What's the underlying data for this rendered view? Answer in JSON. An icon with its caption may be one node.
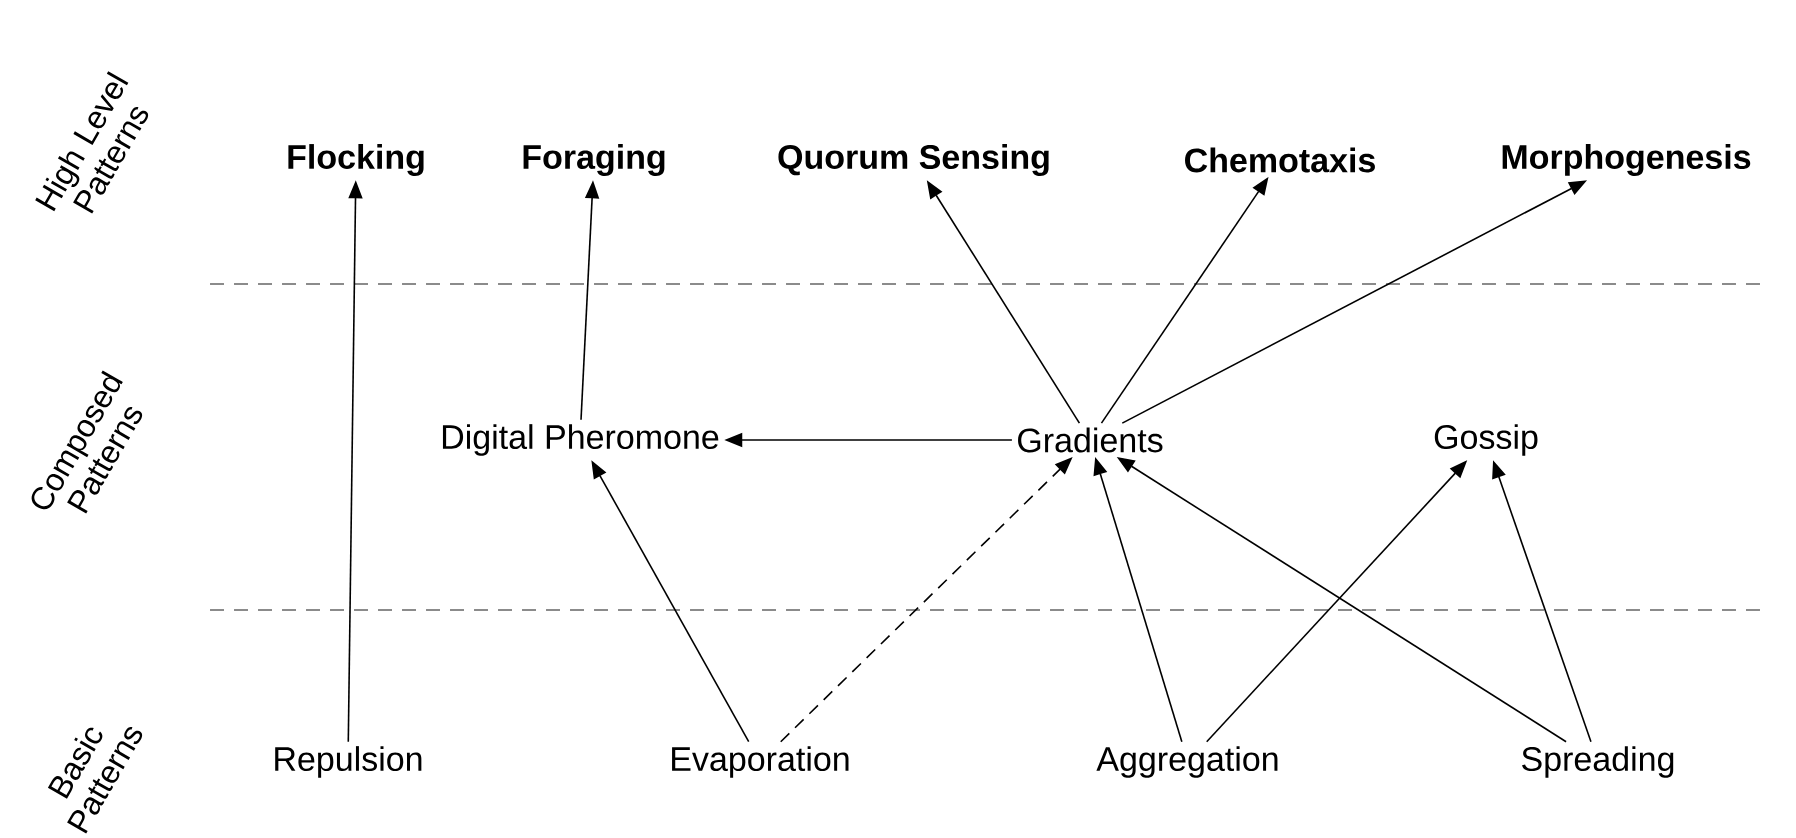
{
  "diagram": {
    "nodes": [
      {
        "text": [
          "Flocking"
        ]
      },
      {
        "text": [
          "Foraging"
        ]
      },
      {
        "text": [
          "Quorum Sensing"
        ]
      },
      {
        "text": [
          "Chemotaxis"
        ]
      },
      {
        "text": [
          "Morphogenesis"
        ]
      },
      {
        "text": [
          "Digital Pheromone"
        ]
      },
      {
        "text": [
          "Gradients"
        ]
      },
      {
        "text": [
          "Gossip"
        ]
      },
      {
        "text": [
          "Repulsion"
        ]
      },
      {
        "text": [
          "Evaporation"
        ]
      },
      {
        "text": [
          "Aggregation"
        ]
      },
      {
        "text": [
          "Spreading"
        ]
      }
    ],
    "edges": [
      {
        "from": 8,
        "to": 0,
        "arrow": "to"
      },
      {
        "from": 5,
        "to": 1,
        "arrow": "to"
      },
      {
        "from": 6,
        "to": 2,
        "arrow": "to"
      },
      {
        "from": 6,
        "to": 3,
        "arrow": "to"
      },
      {
        "from": 6,
        "to": 4,
        "arrow": "to"
      },
      {
        "from": 6,
        "to": 5,
        "arrow": "to"
      },
      {
        "from": 9,
        "to": 5,
        "arrow": "to"
      },
      {
        "from": 9,
        "to": 6,
        "arrow": "to",
        "style": "dashed"
      },
      {
        "from": 10,
        "to": 6,
        "arrow": "to"
      },
      {
        "from": 10,
        "to": 7,
        "arrow": "to"
      },
      {
        "from": 11,
        "to": 6,
        "arrow": "to"
      },
      {
        "from": 11,
        "to": 7,
        "arrow": "to"
      }
    ],
    "labels": [
      "High Level Patterns",
      "Composed Patterns",
      "Basic Patterns"
    ]
  }
}
